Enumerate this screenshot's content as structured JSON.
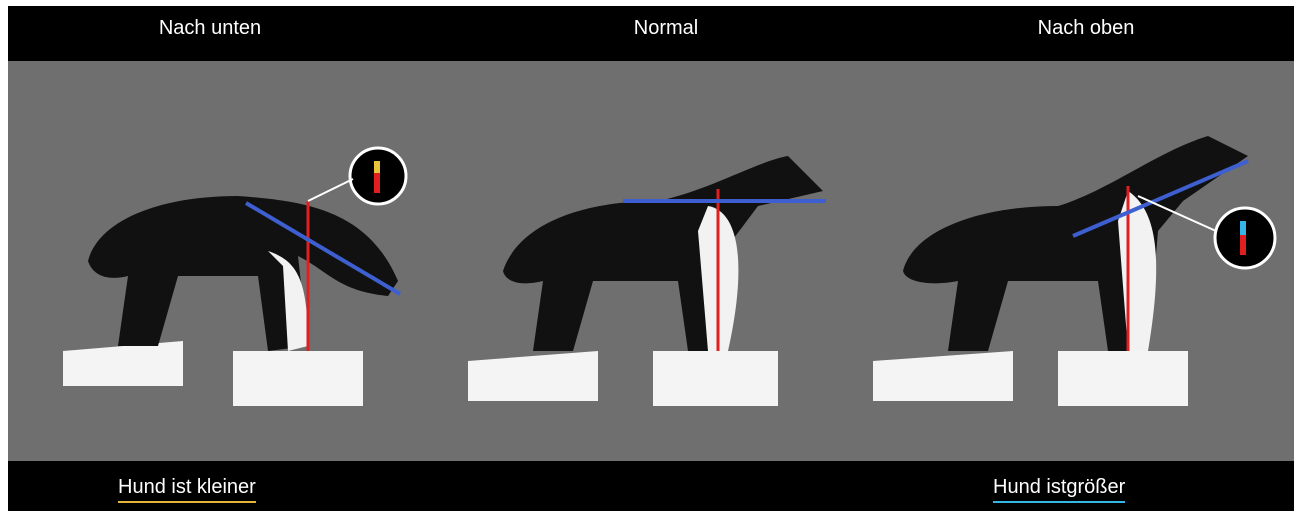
{
  "panels": [
    {
      "title": "Nach unten",
      "caption": "Hund ist kleiner",
      "underline_color": "#e5b53a"
    },
    {
      "title": "Normal",
      "caption": ""
    },
    {
      "title": "Nach oben",
      "caption_parts": [
        "Hund ist ",
        "größer"
      ],
      "underline_color": "#36b6e6"
    }
  ],
  "colors": {
    "background": "#6f6f6f",
    "bars": "#000000",
    "height_line": "#e02020",
    "posture_line": "#3d5fd0",
    "marker_down": "#e8c43a",
    "marker_up": "#36b6e6"
  }
}
